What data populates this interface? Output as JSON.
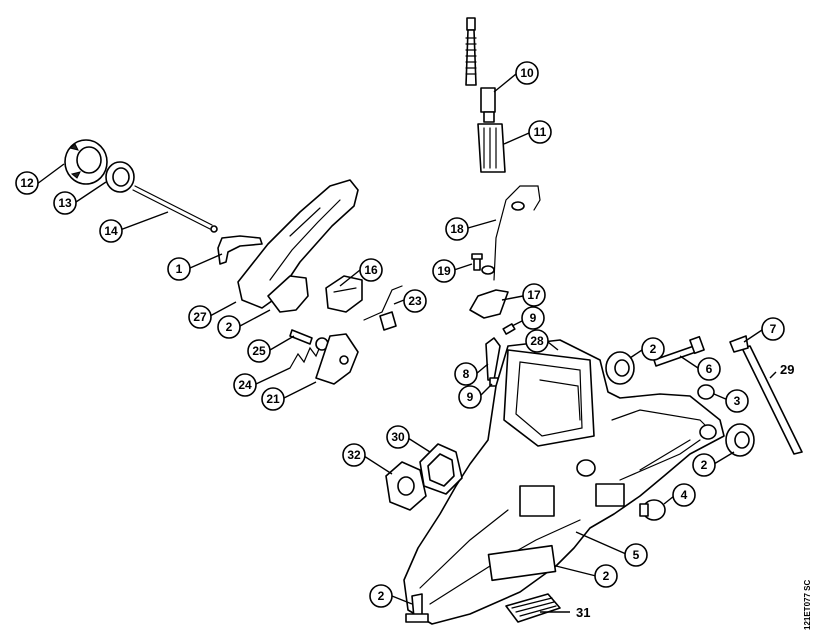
{
  "diagram": {
    "reference_code": "121ET077 SC",
    "callouts": [
      "10",
      "11",
      "12",
      "13",
      "14",
      "1",
      "27",
      "2",
      "16",
      "23",
      "18",
      "19",
      "17",
      "9",
      "28",
      "25",
      "24",
      "21",
      "8",
      "9",
      "2",
      "6",
      "7",
      "3",
      "29",
      "30",
      "32",
      "2",
      "4",
      "5",
      "2",
      "31"
    ]
  }
}
